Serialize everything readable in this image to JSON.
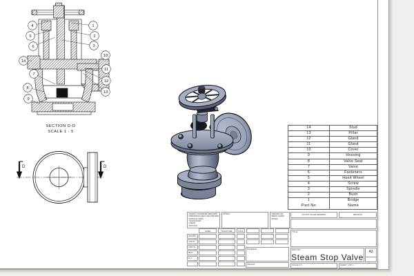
{
  "sheet": {
    "background_color": "#efefec",
    "paper_color": "#ffffff",
    "frame_color": "#8f8f8f"
  },
  "section_view": {
    "caption": "SECTION D-D",
    "scale": "SCALE 1 : 5",
    "balloons": [
      "1",
      "2",
      "3",
      "4",
      "5",
      "6",
      "7",
      "8",
      "9",
      "10",
      "11",
      "12",
      "13",
      "14"
    ]
  },
  "front_view": {
    "section_label": "D"
  },
  "iso_view": {
    "colors": {
      "body": "#9099af",
      "highlight": "#b7bdcf",
      "shadow": "#5f6679",
      "outline": "#15161d",
      "dark": "#22242e"
    }
  },
  "parts_table": {
    "header": [
      "Part No",
      "Name"
    ],
    "rows": [
      [
        "14",
        "Stud"
      ],
      [
        "13",
        "Pillar"
      ],
      [
        "12",
        "Gland"
      ],
      [
        "11",
        "Gland"
      ],
      [
        "10",
        "Cover"
      ],
      [
        "9",
        "Housing"
      ],
      [
        "8",
        "Valve Seat"
      ],
      [
        "7",
        "Valve"
      ],
      [
        "6",
        "Fasteners"
      ],
      [
        "5",
        "Hand Wheel"
      ],
      [
        "4",
        "Screw"
      ],
      [
        "3",
        "Spindle"
      ],
      [
        "2",
        "Bush"
      ],
      [
        "1",
        "Bridge"
      ]
    ]
  },
  "title_block": {
    "spec_note": "UNLESS OTHERWISE SPECIFIED:\nDIMENSIONS ARE IN MILLIMETERS\nSURFACE FINISH:\nTOLERANCES:\n   LINEAR:\n   ANGULAR:",
    "finish_label": "FINISH:",
    "deburr_note": "DEBURR AND\nBREAK SHARP\nEDGES",
    "do_not_scale": "DO NOT SCALE DRAWING",
    "revision_label": "REVISION",
    "columns": {
      "name": "NAME",
      "signature": "SIGNATURE",
      "date": "DATE"
    },
    "approval_rows": [
      "DRAWN",
      "CHK'D",
      "APPV'D",
      "MFG",
      "Q.A"
    ],
    "material_label": "MATERIAL:",
    "weight_label": "WEIGHT:",
    "title_label": "TITLE:",
    "dwg_no_label": "DWG NO.",
    "drawing_title": "Steam Stop Valve",
    "paper_size": "A3",
    "scale_text": "SCALE:1:5",
    "sheet_text": "SHEET 1 OF 1"
  }
}
